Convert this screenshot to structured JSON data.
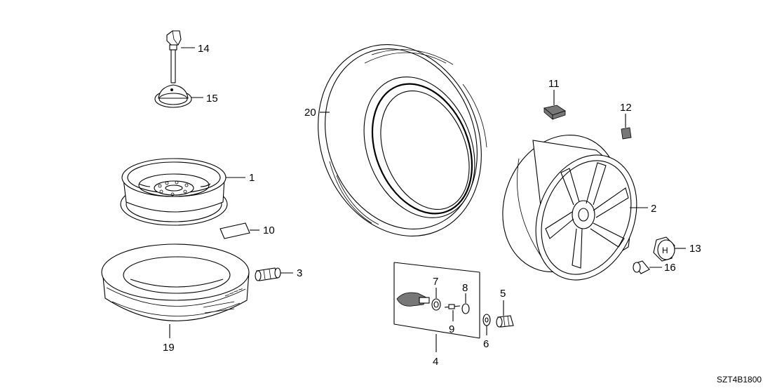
{
  "diagram": {
    "code": "SZT4B1800",
    "callouts": {
      "c1": "1",
      "c2": "2",
      "c3": "3",
      "c4": "4",
      "c5": "5",
      "c6": "6",
      "c7": "7",
      "c8": "8",
      "c9": "9",
      "c10": "10",
      "c11": "11",
      "c12": "12",
      "c13": "13",
      "c14": "14",
      "c15": "15",
      "c16": "16",
      "c19": "19",
      "c20": "20"
    }
  }
}
